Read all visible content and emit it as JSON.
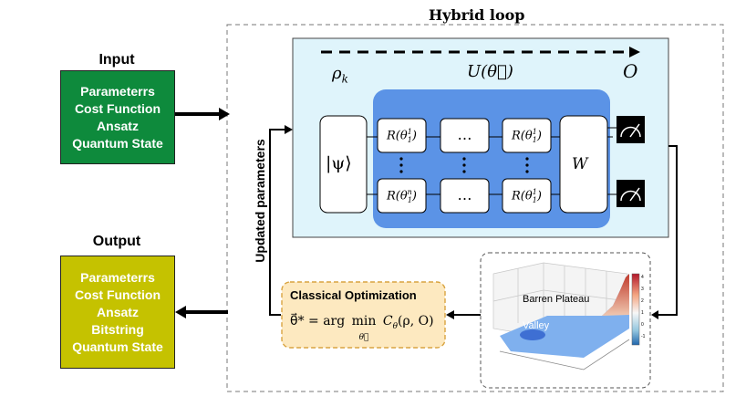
{
  "hybrid_loop": {
    "title": "Hybrid loop"
  },
  "input": {
    "title": "Input",
    "lines": [
      "Parameterrs",
      "Cost Function",
      "Ansatz",
      "Quantum State"
    ],
    "color": "#0e8a3c"
  },
  "output": {
    "title": "Output",
    "lines": [
      "Parameterrs",
      "Cost Function",
      "Ansatz",
      "Bitstring",
      "Quantum State"
    ],
    "color": "#c5c200"
  },
  "circuit": {
    "rho": "ρ",
    "rho_sub": "k",
    "unitary": "U(θ⃗)",
    "observable": "O",
    "state": "|ψ⟩",
    "gate_top_left": "R(θ",
    "gate_top_left_sup": "1",
    "gate_top_left_sub": "1",
    "gate_bottom_left_sup": "n",
    "gate_bottom_left_sub": "1",
    "gate_right_sup": "1",
    "gate_right_sub": "1",
    "dots": "…",
    "w": "W",
    "panel_color": "#dff4fb",
    "block_color": "#5b93e6"
  },
  "updated_parameters": "Updated parameters",
  "optimization": {
    "title": "Classical Optimization",
    "lhs": "θ⃗* = arg",
    "min": "min",
    "min_sub": "θ⃗",
    "rhs": "C",
    "rhs_sub": "θ",
    "rhs_args": "(ρ, O)",
    "color": "#fde9c0"
  },
  "landscape": {
    "barren_plateau": "Barren Plateau",
    "valley": "Valley",
    "colorbar_ticks": [
      "4",
      "3",
      "2",
      "1",
      "0",
      "-1"
    ]
  }
}
